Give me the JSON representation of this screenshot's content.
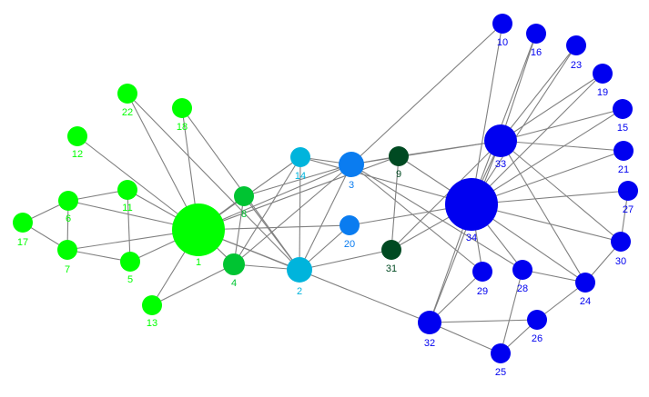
{
  "colors": {
    "edge": "#808080",
    "background": "#ffffff"
  },
  "nodes": [
    {
      "id": "1",
      "label": "1",
      "color": "#00ff00"
    },
    {
      "id": "2",
      "label": "2",
      "color": "#00b4dc"
    },
    {
      "id": "3",
      "label": "3",
      "color": "#0a7cf0"
    },
    {
      "id": "4",
      "label": "4",
      "color": "#00c432"
    },
    {
      "id": "5",
      "label": "5",
      "color": "#00ff00"
    },
    {
      "id": "6",
      "label": "6",
      "color": "#00ff00"
    },
    {
      "id": "7",
      "label": "7",
      "color": "#00ff00"
    },
    {
      "id": "8",
      "label": "8",
      "color": "#00c432"
    },
    {
      "id": "9",
      "label": "9",
      "color": "#004a22"
    },
    {
      "id": "10",
      "label": "10",
      "color": "#0000f0"
    },
    {
      "id": "11",
      "label": "11",
      "color": "#00ff00"
    },
    {
      "id": "12",
      "label": "12",
      "color": "#00ff00"
    },
    {
      "id": "13",
      "label": "13",
      "color": "#00ff00"
    },
    {
      "id": "14",
      "label": "14",
      "color": "#00b4dc"
    },
    {
      "id": "15",
      "label": "15",
      "color": "#0000f0"
    },
    {
      "id": "16",
      "label": "16",
      "color": "#0000f0"
    },
    {
      "id": "17",
      "label": "17",
      "color": "#00ff00"
    },
    {
      "id": "18",
      "label": "18",
      "color": "#00ff00"
    },
    {
      "id": "19",
      "label": "19",
      "color": "#0000f0"
    },
    {
      "id": "20",
      "label": "20",
      "color": "#0a7cf0"
    },
    {
      "id": "21",
      "label": "21",
      "color": "#0000f0"
    },
    {
      "id": "22",
      "label": "22",
      "color": "#00ff00"
    },
    {
      "id": "23",
      "label": "23",
      "color": "#0000f0"
    },
    {
      "id": "24",
      "label": "24",
      "color": "#0000f0"
    },
    {
      "id": "25",
      "label": "25",
      "color": "#0000f0"
    },
    {
      "id": "26",
      "label": "26",
      "color": "#0000f0"
    },
    {
      "id": "27",
      "label": "27",
      "color": "#0000f0"
    },
    {
      "id": "28",
      "label": "28",
      "color": "#0000f0"
    },
    {
      "id": "29",
      "label": "29",
      "color": "#0000f0"
    },
    {
      "id": "30",
      "label": "30",
      "color": "#0000f0"
    },
    {
      "id": "31",
      "label": "31",
      "color": "#004a22"
    },
    {
      "id": "32",
      "label": "32",
      "color": "#0000f0"
    },
    {
      "id": "33",
      "label": "33",
      "color": "#0000f0"
    },
    {
      "id": "34",
      "label": "34",
      "color": "#0000f0"
    }
  ],
  "edges": [
    [
      "1",
      "2"
    ],
    [
      "1",
      "3"
    ],
    [
      "1",
      "4"
    ],
    [
      "1",
      "5"
    ],
    [
      "1",
      "6"
    ],
    [
      "1",
      "7"
    ],
    [
      "1",
      "8"
    ],
    [
      "1",
      "9"
    ],
    [
      "1",
      "11"
    ],
    [
      "1",
      "12"
    ],
    [
      "1",
      "13"
    ],
    [
      "1",
      "14"
    ],
    [
      "1",
      "18"
    ],
    [
      "1",
      "20"
    ],
    [
      "1",
      "22"
    ],
    [
      "1",
      "32"
    ],
    [
      "2",
      "3"
    ],
    [
      "2",
      "4"
    ],
    [
      "2",
      "8"
    ],
    [
      "2",
      "14"
    ],
    [
      "2",
      "18"
    ],
    [
      "2",
      "20"
    ],
    [
      "2",
      "22"
    ],
    [
      "2",
      "31"
    ],
    [
      "3",
      "4"
    ],
    [
      "3",
      "8"
    ],
    [
      "3",
      "9"
    ],
    [
      "3",
      "10"
    ],
    [
      "3",
      "14"
    ],
    [
      "3",
      "28"
    ],
    [
      "3",
      "29"
    ],
    [
      "3",
      "33"
    ],
    [
      "4",
      "8"
    ],
    [
      "4",
      "13"
    ],
    [
      "4",
      "14"
    ],
    [
      "5",
      "7"
    ],
    [
      "5",
      "11"
    ],
    [
      "6",
      "7"
    ],
    [
      "6",
      "11"
    ],
    [
      "6",
      "17"
    ],
    [
      "7",
      "17"
    ],
    [
      "9",
      "31"
    ],
    [
      "9",
      "33"
    ],
    [
      "9",
      "34"
    ],
    [
      "10",
      "34"
    ],
    [
      "14",
      "34"
    ],
    [
      "15",
      "33"
    ],
    [
      "15",
      "34"
    ],
    [
      "16",
      "33"
    ],
    [
      "16",
      "34"
    ],
    [
      "19",
      "33"
    ],
    [
      "19",
      "34"
    ],
    [
      "20",
      "34"
    ],
    [
      "21",
      "33"
    ],
    [
      "21",
      "34"
    ],
    [
      "23",
      "33"
    ],
    [
      "23",
      "34"
    ],
    [
      "24",
      "26"
    ],
    [
      "24",
      "28"
    ],
    [
      "24",
      "30"
    ],
    [
      "24",
      "33"
    ],
    [
      "24",
      "34"
    ],
    [
      "25",
      "26"
    ],
    [
      "25",
      "28"
    ],
    [
      "25",
      "32"
    ],
    [
      "26",
      "32"
    ],
    [
      "27",
      "30"
    ],
    [
      "27",
      "34"
    ],
    [
      "28",
      "34"
    ],
    [
      "29",
      "32"
    ],
    [
      "29",
      "34"
    ],
    [
      "30",
      "33"
    ],
    [
      "30",
      "34"
    ],
    [
      "31",
      "33"
    ],
    [
      "31",
      "34"
    ],
    [
      "32",
      "33"
    ],
    [
      "32",
      "34"
    ],
    [
      "33",
      "34"
    ]
  ]
}
